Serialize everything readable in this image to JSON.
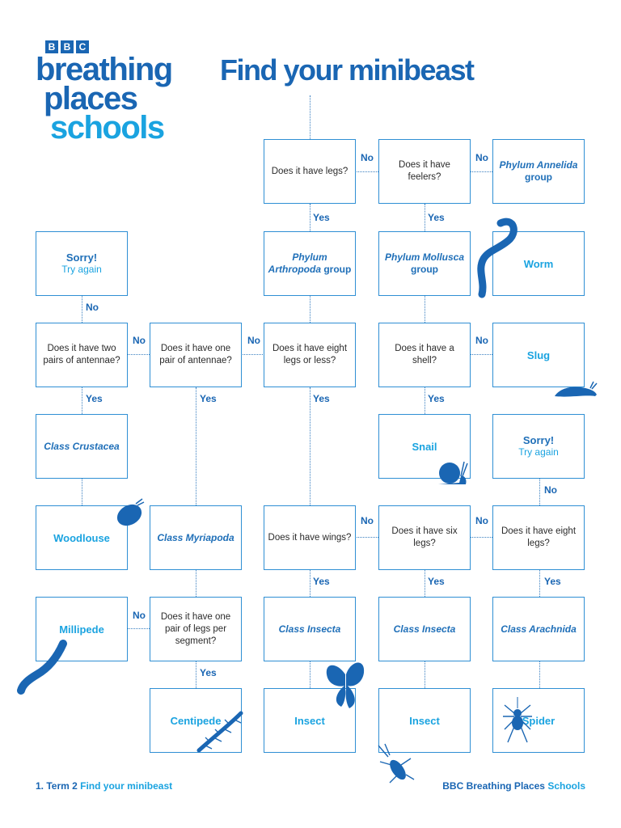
{
  "logo": {
    "bbc": [
      "B",
      "B",
      "C"
    ],
    "line1": "breathing",
    "line2": "places",
    "line3": "schools"
  },
  "title": "Find your minibeast",
  "nodes": {
    "legs": "Does it have legs?",
    "feelers": "Does it have feelers?",
    "annelida_pre": "Phylum Annelida",
    "annelida_post": " group",
    "sorry1_a": "Sorry!",
    "sorry1_b": "Try again",
    "arthropoda_pre": "Phylum Arthropoda",
    "arthropoda_post": " group",
    "mollusca_pre": "Phylum Mollusca",
    "mollusca_post": " group",
    "worm": "Worm",
    "two_pairs": "Does it have two pairs of antennae?",
    "one_pair": "Does it have one pair of antennae?",
    "eight_or_less": "Does it have eight legs or less?",
    "shell": "Does it have a shell?",
    "slug": "Slug",
    "crustacea": "Class Crustacea",
    "snail": "Snail",
    "sorry2_a": "Sorry!",
    "sorry2_b": "Try again",
    "woodlouse": "Woodlouse",
    "myriapoda": "Class Myriapoda",
    "wings": "Does it have wings?",
    "six_legs": "Does it have six legs?",
    "eight_legs": "Does it have eight legs?",
    "millipede": "Millipede",
    "pair_segment": "Does it have one pair of legs per segment?",
    "insecta1": "Class Insecta",
    "insecta2": "Class Insecta",
    "arachnida": "Class Arachnida",
    "centipede": "Centipede",
    "insect1": "Insect",
    "insect2": "Insect",
    "spider": "Spider"
  },
  "labels": {
    "yes": "Yes",
    "no": "No"
  },
  "footer": {
    "left_prefix": "1. Term 2 ",
    "left_highlight": "Find your minibeast",
    "right_prefix": "BBC Breathing Places ",
    "right_highlight": "Schools"
  },
  "colors": {
    "dark_blue": "#1a66b3",
    "light_blue": "#1aa3e0",
    "border": "#2f8fd4"
  }
}
